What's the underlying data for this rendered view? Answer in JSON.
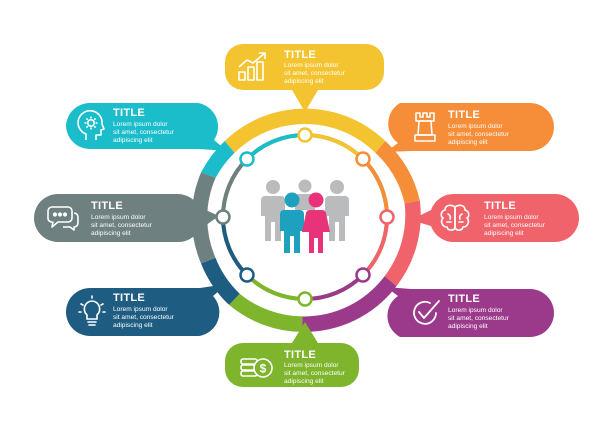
{
  "colors": {
    "yellow": "#F4C430",
    "orange": "#F68D39",
    "coral": "#F0636A",
    "purple": "#9B3A8A",
    "green": "#7EB52D",
    "navy": "#1E5C82",
    "gray": "#6E8080",
    "teal": "#1BBDCB",
    "people_gray": "#B9BBBD",
    "people_pink": "#E8337A",
    "people_teal": "#1DA1BE"
  },
  "cards": [
    {
      "key": "top",
      "title": "TITLE",
      "lines": [
        "Lorem ipsum dolor",
        "sit amet, consectetur",
        "adipiscing elit"
      ],
      "color": "yellow",
      "icon": "growth-chart-icon"
    },
    {
      "key": "top-right",
      "title": "TITLE",
      "lines": [
        "Lorem ipsum dolor",
        "sit amet, consectetur",
        "adipiscing elit"
      ],
      "color": "orange",
      "icon": "chess-rook-icon"
    },
    {
      "key": "right",
      "title": "TITLE",
      "lines": [
        "Lorem ipsum dolor",
        "sit amet, consectetur",
        "adipiscing elit"
      ],
      "color": "coral",
      "icon": "brain-icon"
    },
    {
      "key": "bottom-right",
      "title": "TITLE",
      "lines": [
        "Lorem ipsum dolor",
        "sit amet, consectetur",
        "adipiscing elit"
      ],
      "color": "purple",
      "icon": "checkmark-icon"
    },
    {
      "key": "bottom",
      "title": "TITLE",
      "lines": [
        "Lorem ipsum dolor",
        "sit amet, consectetur",
        "adipiscing elit"
      ],
      "color": "green",
      "icon": "coins-icon"
    },
    {
      "key": "bottom-left",
      "title": "TITLE",
      "lines": [
        "Lorem ipsum dolor",
        "sit amet, consectetur",
        "adipiscing elit"
      ],
      "color": "navy",
      "icon": "lightbulb-icon"
    },
    {
      "key": "left",
      "title": "TITLE",
      "lines": [
        "Lorem ipsum dolor",
        "sit amet, consectetur",
        "adipiscing elit"
      ],
      "color": "gray",
      "icon": "chat-bubble-icon"
    },
    {
      "key": "top-left",
      "title": "TITLE",
      "lines": [
        "Lorem ipsum dolor",
        "sit amet, consectetur",
        "adipiscing elit"
      ],
      "color": "teal",
      "icon": "head-gear-icon"
    }
  ],
  "center": {
    "icon": "team-people-icon"
  }
}
